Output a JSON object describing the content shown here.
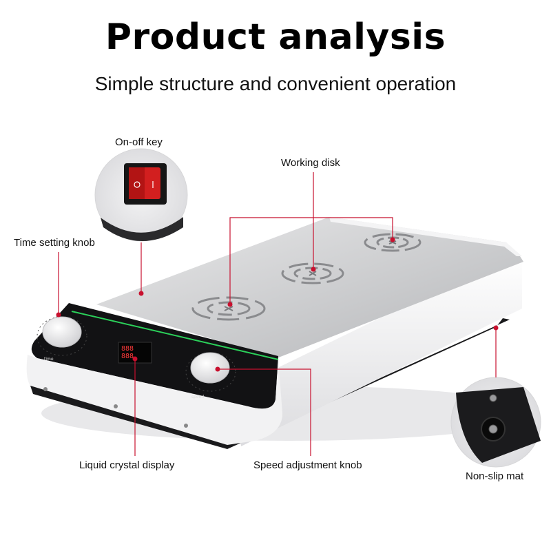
{
  "header": {
    "title": "Product analysis",
    "subtitle": "Simple structure and convenient operation"
  },
  "callouts": {
    "on_off_key": "On-off key",
    "working_disk": "Working disk",
    "time_setting_knob": "Time setting knob",
    "liquid_crystal_display": "Liquid crystal display",
    "speed_adjustment_knob": "Speed adjustment knob",
    "non_slip_mat": "Non-slip mat"
  },
  "device": {
    "display_readout": "888",
    "knob_left_label": "time",
    "knob_right_label": "speed"
  },
  "colors": {
    "callout_line": "#c8102e",
    "switch_red": "#d21f1f",
    "accent_green": "#2bd15a",
    "panel_black": "#111111",
    "display_red": "#ff3b3b"
  }
}
